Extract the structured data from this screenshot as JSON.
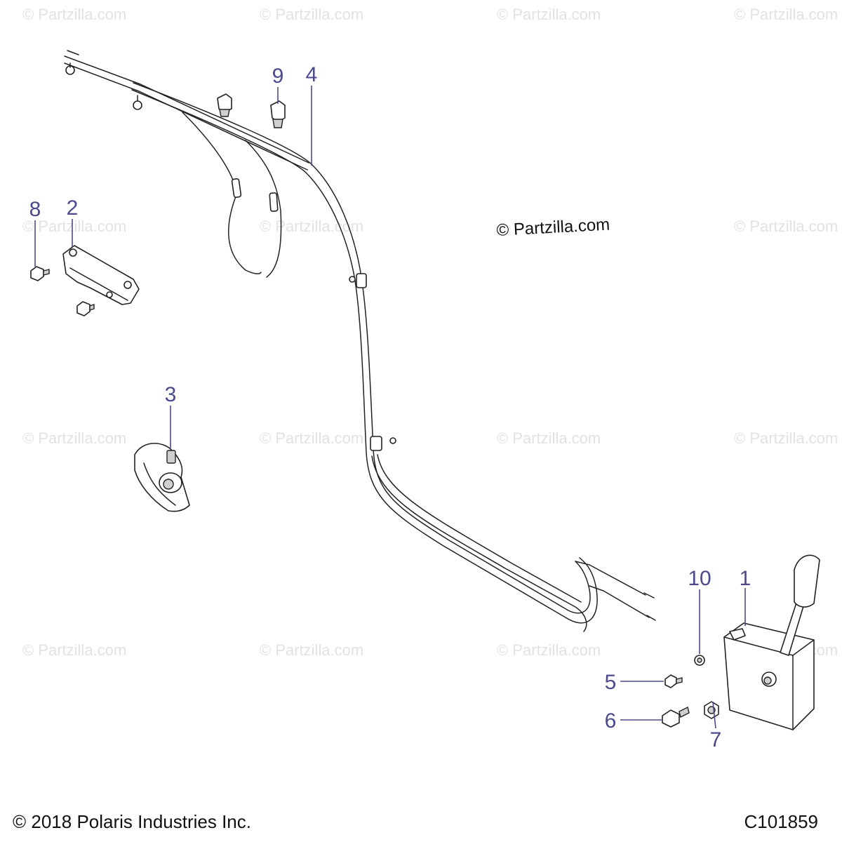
{
  "watermark_text": "© Partzilla.com",
  "main_watermark": "© Partzilla.com",
  "copyright": "© 2018 Polaris Industries Inc.",
  "diagram_code": "C101859",
  "callouts": {
    "c1": "1",
    "c2": "2",
    "c3": "3",
    "c4": "4",
    "c5": "5",
    "c6": "6",
    "c7": "7",
    "c8": "8",
    "c9": "9",
    "c10": "10"
  },
  "colors": {
    "callout": "#4a4a8c",
    "watermark": "#e2e2e2",
    "line": "#222222"
  }
}
